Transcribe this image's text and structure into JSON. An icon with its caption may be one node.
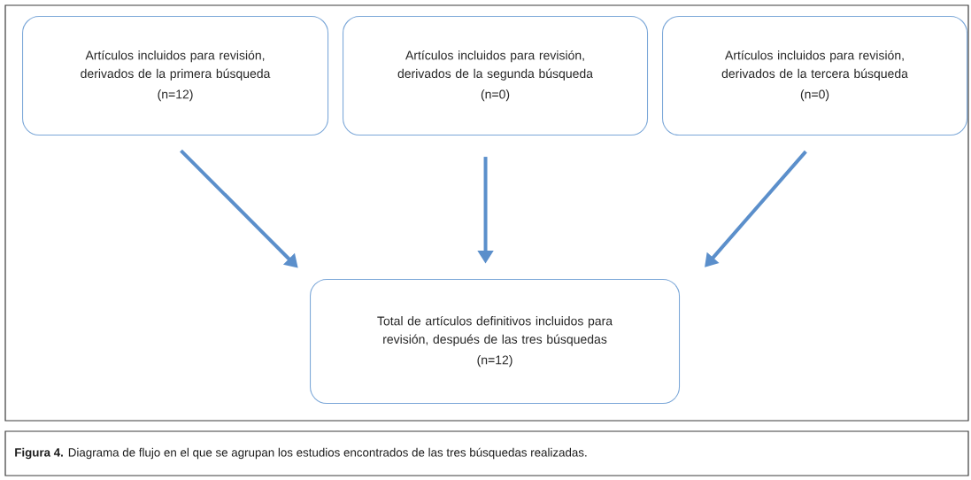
{
  "diagram": {
    "caption": "**Figura 4.** Diagrama de flujo en el que se agrupan los estudios encontrados de las tres búsquedas realizadas.",
    "nodes": [
      {
        "text": [
          "Artículos incluidos para revisión, derivados de la primera búsqueda",
          "(n=12)"
        ]
      },
      {
        "text": [
          "Artículos incluidos para revisión, derivados de la segunda búsqueda",
          "(n=0)"
        ]
      },
      {
        "text": [
          "Artículos incluidos para revisión, derivados de la tercera búsqueda",
          "(n=0)"
        ]
      },
      {
        "text": [
          "Total de artículos definitivos incluidos para revisión, después de las tres búsquedas",
          "(n=12)"
        ]
      }
    ],
    "edges": [
      {
        "from": 0,
        "to": 3,
        "arrow": "to"
      },
      {
        "from": 1,
        "to": 3,
        "arrow": "to"
      },
      {
        "from": 2,
        "to": 3,
        "arrow": "to"
      }
    ]
  }
}
